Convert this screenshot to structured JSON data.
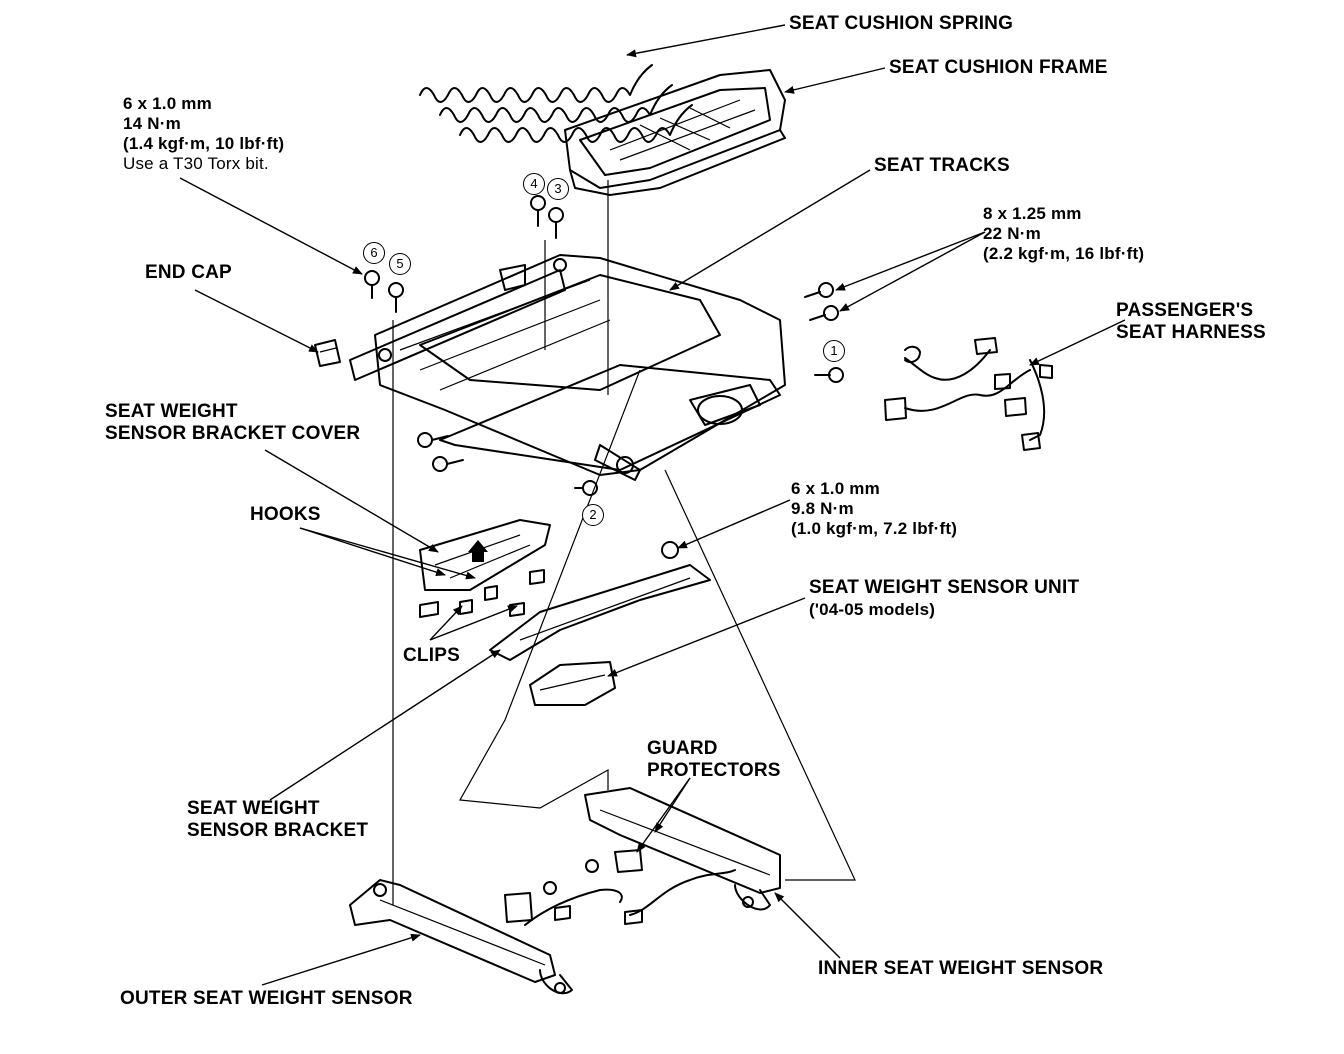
{
  "labels": {
    "seat_cushion_spring": "SEAT CUSHION SPRING",
    "seat_cushion_frame": "SEAT CUSHION FRAME",
    "seat_tracks": "SEAT TRACKS",
    "end_cap": "END CAP",
    "passengers_seat_harness": [
      "PASSENGER'S",
      "SEAT HARNESS"
    ],
    "seat_weight_sensor_bracket_cover": [
      "SEAT WEIGHT",
      "SENSOR BRACKET COVER"
    ],
    "hooks": "HOOKS",
    "clips": "CLIPS",
    "seat_weight_sensor_unit": "SEAT WEIGHT SENSOR UNIT",
    "seat_weight_sensor_unit_note": "('04-05 models)",
    "guard_protectors": [
      "GUARD",
      "PROTECTORS"
    ],
    "seat_weight_sensor_bracket": [
      "SEAT WEIGHT",
      "SENSOR BRACKET"
    ],
    "outer_seat_weight_sensor": "OUTER SEAT WEIGHT SENSOR",
    "inner_seat_weight_sensor": "INNER SEAT WEIGHT SENSOR"
  },
  "specs": {
    "bolt_6x1_torx": {
      "size": "6 x 1.0 mm",
      "torque": "14 N·m",
      "torque_alt": "(1.4 kgf·m, 10 lbf·ft)",
      "note": "Use a T30 Torx bit."
    },
    "bolt_8x125": {
      "size": "8 x 1.25 mm",
      "torque": "22 N·m",
      "torque_alt": "(2.2 kgf·m, 16 lbf·ft)"
    },
    "bolt_6x1_sensor": {
      "size": "6 x 1.0 mm",
      "torque": "9.8 N·m",
      "torque_alt": "(1.0 kgf·m, 7.2 lbf·ft)"
    }
  },
  "callouts": {
    "c1": "1",
    "c2": "2",
    "c3": "3",
    "c4": "4",
    "c5": "5",
    "c6": "6"
  }
}
